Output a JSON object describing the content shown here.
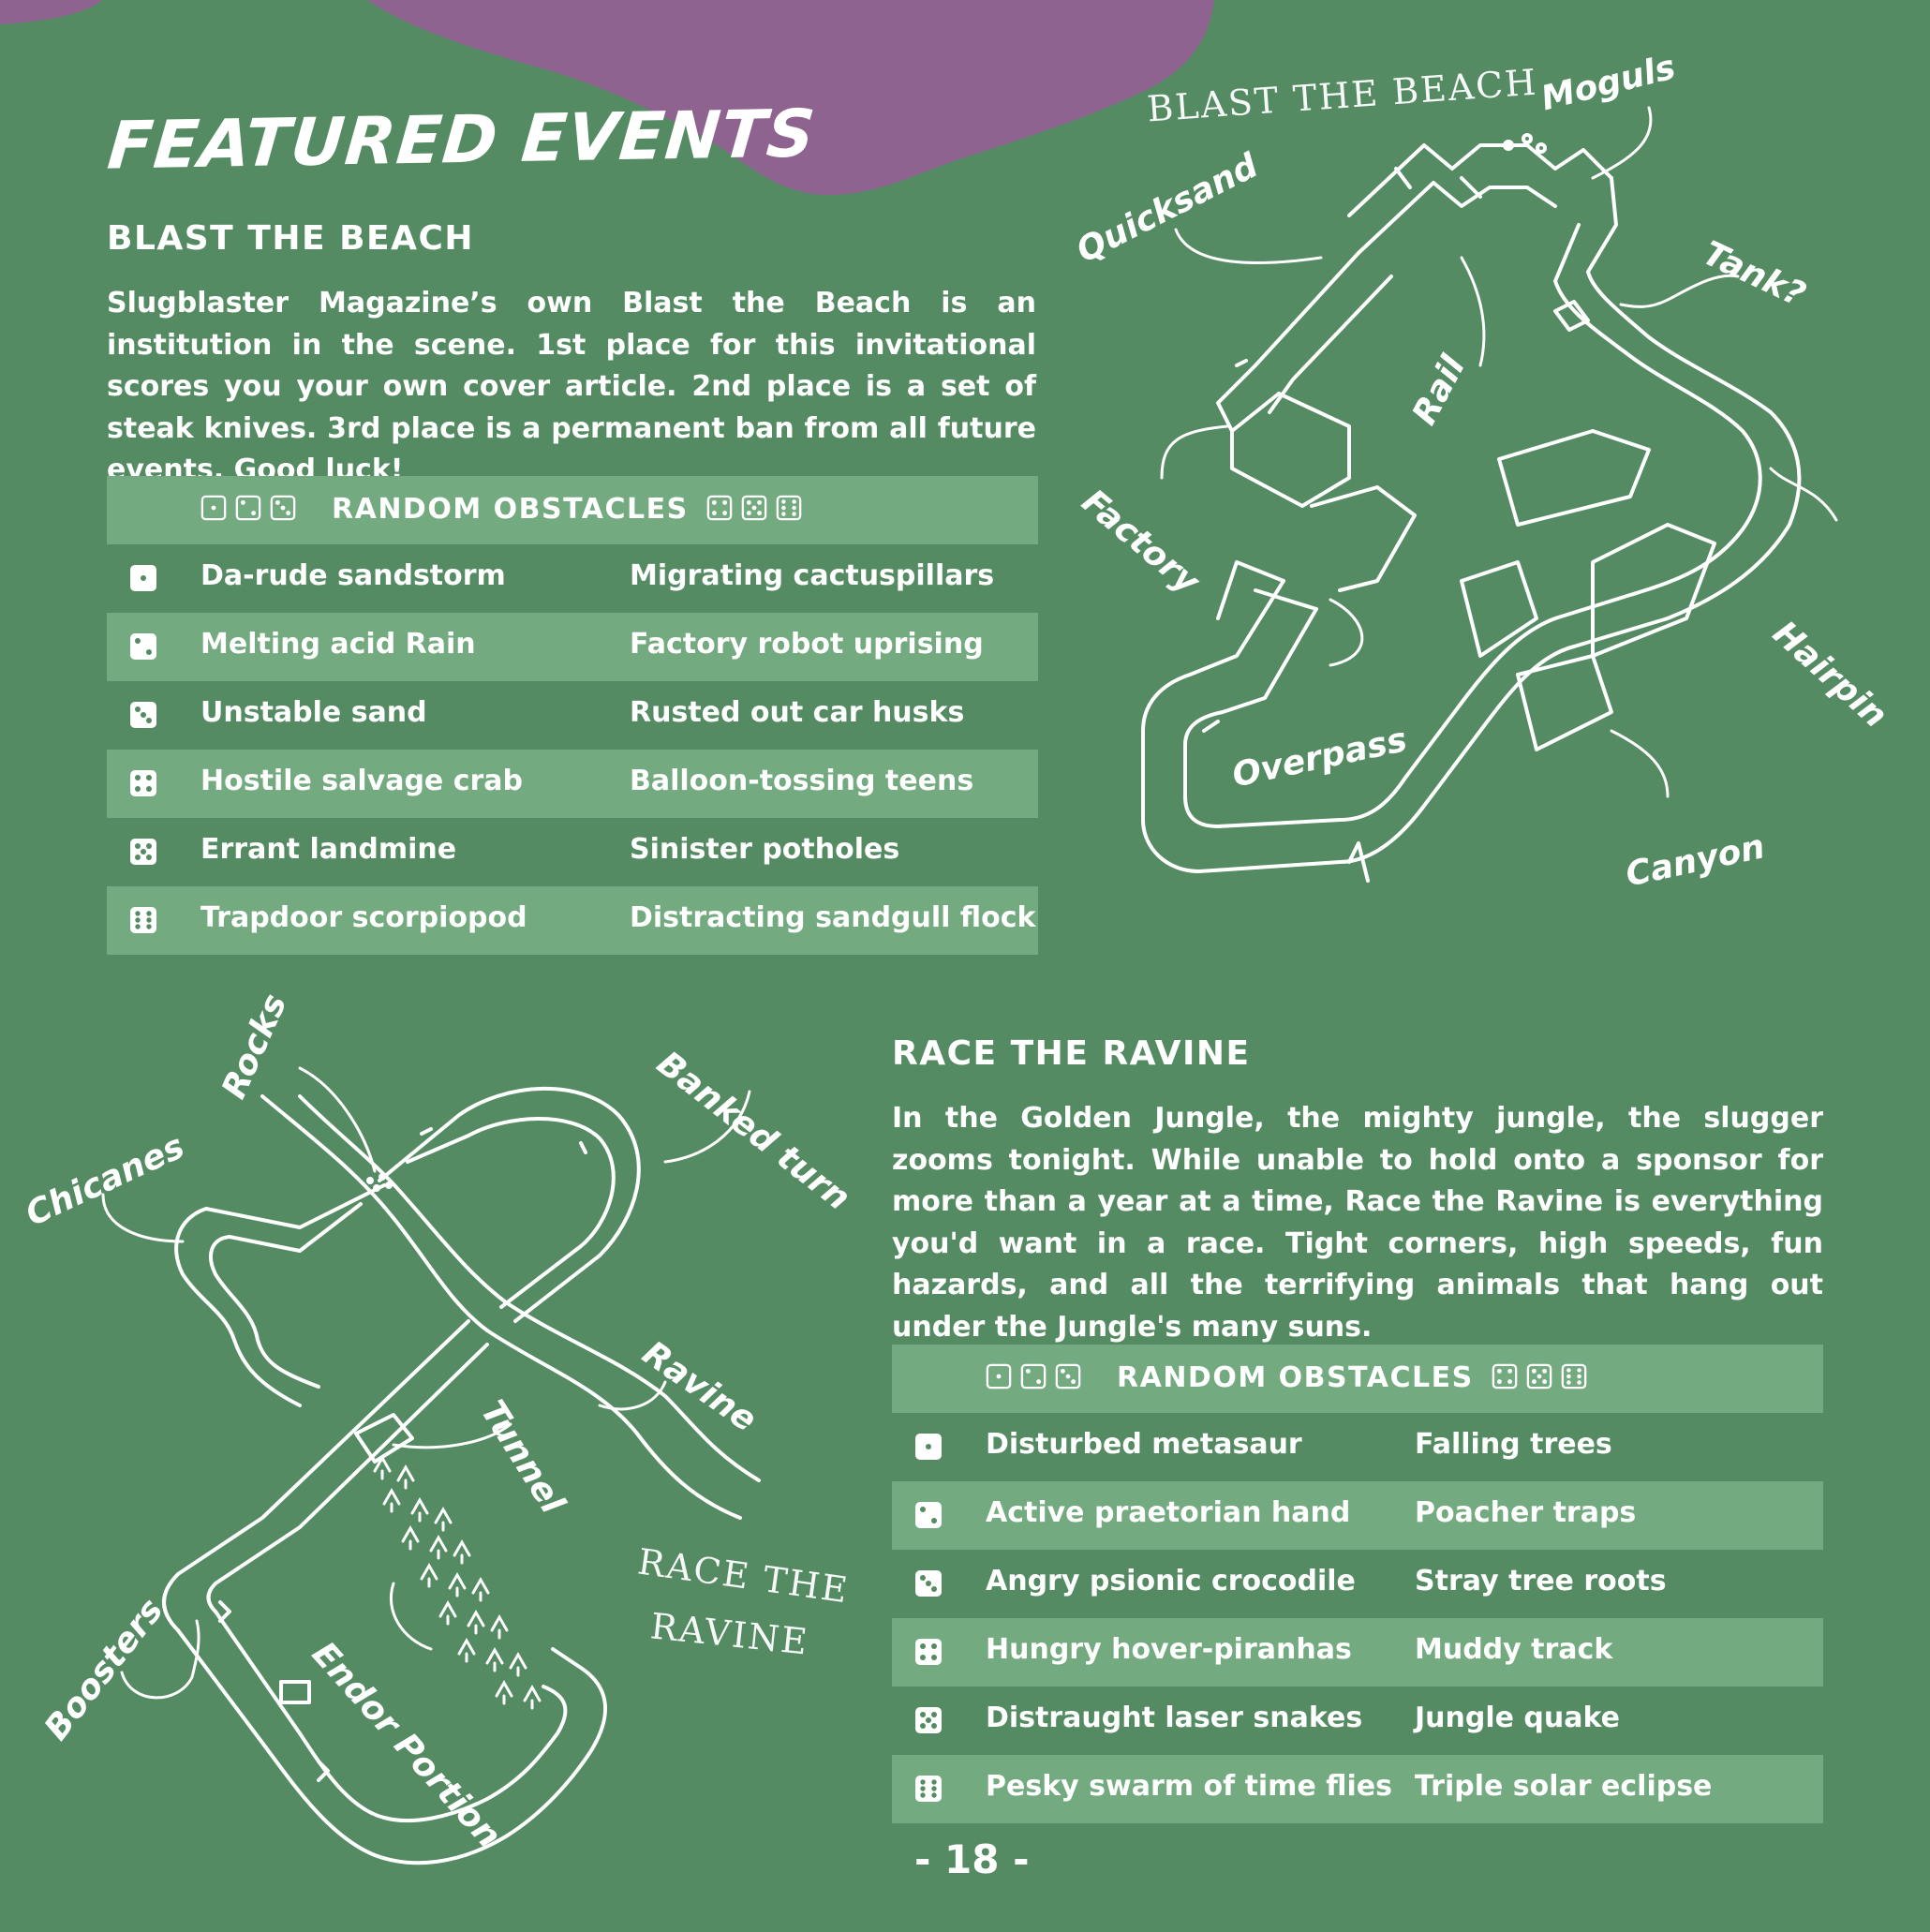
{
  "page": {
    "title": "FEATURED EVENTS",
    "page_number": "- 18 -",
    "colors": {
      "background": "#558b62",
      "row_shade": "#73aa7f",
      "accent_blob": "#8e6390",
      "text": "#ffffff"
    }
  },
  "blast": {
    "title": "BLAST THE BEACH",
    "description": "Slugblaster Magazine’s own Blast the Beach is an institution in the scene. 1st place for this invitational scores you your own cover article. 2nd place is a set of steak knives. 3rd place is a permanent ban from all future events. Good luck!",
    "table_header": "RANDOM OBSTACLES",
    "rows": [
      {
        "die": 1,
        "a": "Da-rude sandstorm",
        "b": "Migrating cactuspillars"
      },
      {
        "die": 2,
        "a": "Melting acid Rain",
        "b": "Factory robot uprising"
      },
      {
        "die": 3,
        "a": "Unstable sand",
        "b": "Rusted out car husks"
      },
      {
        "die": 4,
        "a": "Hostile salvage crab",
        "b": "Balloon-tossing teens"
      },
      {
        "die": 5,
        "a": "Errant landmine",
        "b": "Sinister potholes"
      },
      {
        "die": 6,
        "a": "Trapdoor scorpiopod",
        "b": "Distracting sandgull flock"
      }
    ],
    "map": {
      "title": "BLAST THE BEACH",
      "labels": {
        "quicksand": "Quicksand",
        "moguls": "Moguls",
        "tank": "Tank?",
        "rail": "Rail",
        "factory": "Factory",
        "hairpin": "Hairpin",
        "overpass": "Overpass",
        "canyon": "Canyon"
      }
    }
  },
  "ravine": {
    "title": "RACE THE RAVINE",
    "description": "In the Golden Jungle, the mighty jungle, the slugger zooms tonight. While unable to hold onto a sponsor for more than a year at a time, Race the Ravine is everything you'd want in a race. Tight corners, high speeds, fun hazards, and all the terrifying animals that hang out under the Jungle's many suns.",
    "table_header": "RANDOM OBSTACLES",
    "rows": [
      {
        "die": 1,
        "a": "Disturbed metasaur",
        "b": "Falling trees"
      },
      {
        "die": 2,
        "a": "Active praetorian hand",
        "b": "Poacher traps"
      },
      {
        "die": 3,
        "a": "Angry psionic crocodile",
        "b": "Stray tree roots"
      },
      {
        "die": 4,
        "a": "Hungry hover-piranhas",
        "b": "Muddy track"
      },
      {
        "die": 5,
        "a": "Distraught laser snakes",
        "b": "Jungle quake"
      },
      {
        "die": 6,
        "a": "Pesky swarm of time flies",
        "b": "Triple solar eclipse"
      }
    ],
    "map": {
      "title_line1": "RACE THE",
      "title_line2": "RAVINE",
      "labels": {
        "rocks": "Rocks",
        "banked_turn": "Banked turn",
        "chicanes": "Chicanes",
        "ravine": "Ravine",
        "tunnel": "Tunnel",
        "boosters": "Boosters",
        "endor_portion": "Endor Portion"
      }
    }
  }
}
